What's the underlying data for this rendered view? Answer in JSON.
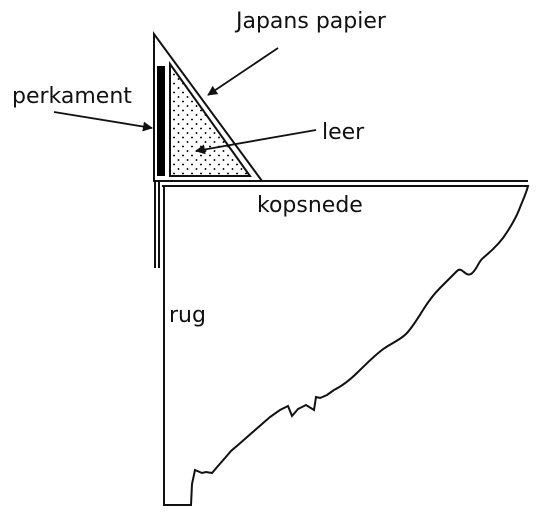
{
  "labels": {
    "japans_papier": "Japans papier",
    "perkament": "perkament",
    "leer": "leer",
    "kopsnede": "kopsnede",
    "rug": "rug"
  },
  "colors": {
    "line": "#111111",
    "fill": "#ffffff",
    "perkament_strip": "#000000",
    "leer_dots": "#111111"
  }
}
